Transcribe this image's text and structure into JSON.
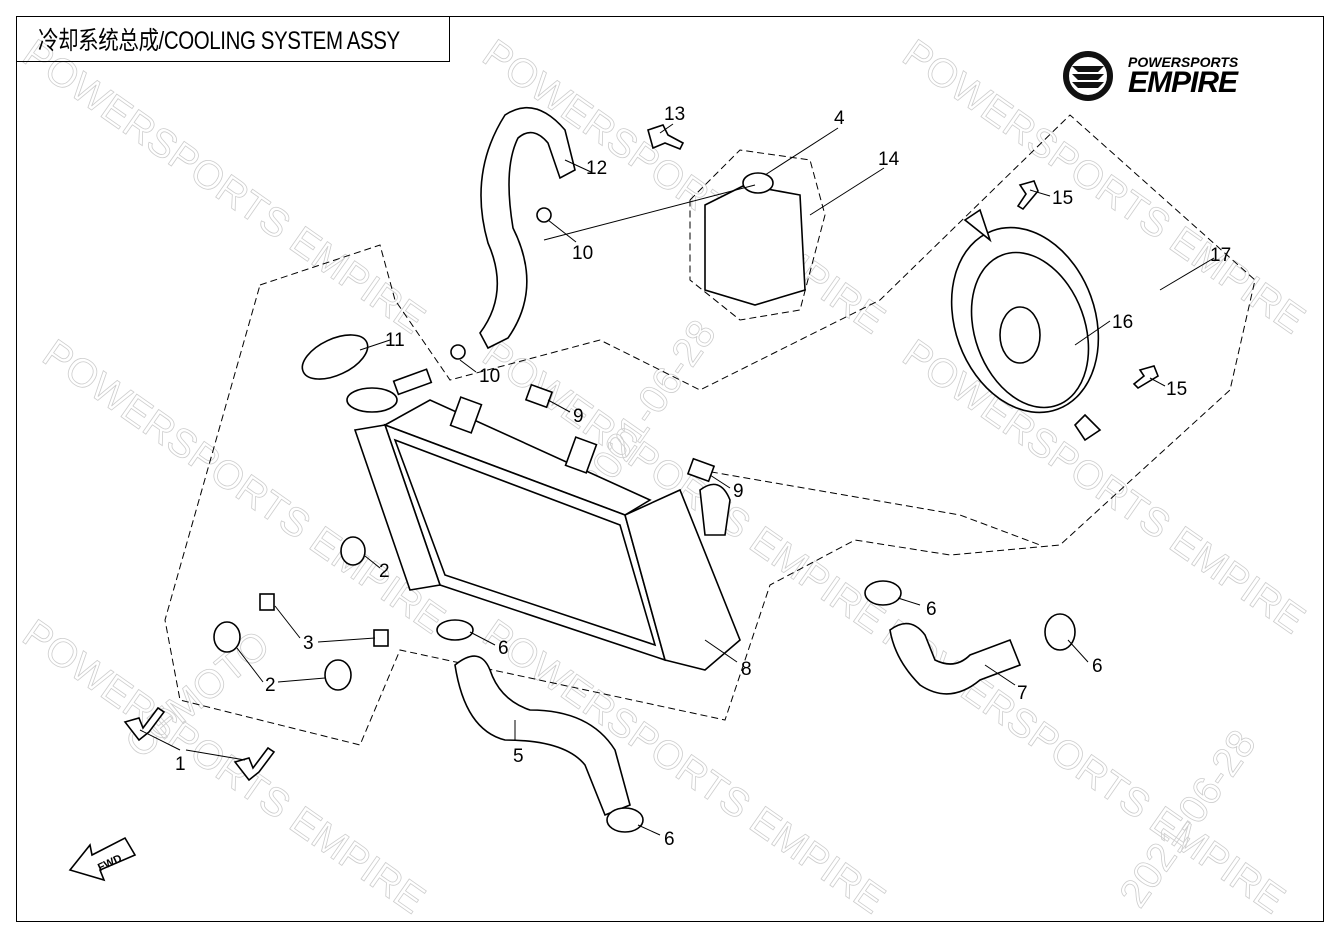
{
  "title": "冷却系统总成/COOLING SYSTEM ASSY",
  "logo": {
    "line1": "POWERSPORTS",
    "line2": "EMPIRE"
  },
  "watermark": {
    "text": "POWERSPORTS EMPIRE",
    "date": "2021-06-28",
    "brand": "CFMOTO"
  },
  "fwd_label": "FWD",
  "callouts": {
    "c13": "13",
    "c4": "4",
    "c14": "14",
    "c12": "12",
    "c10a": "10",
    "c15a": "15",
    "c17": "17",
    "c16": "16",
    "c11": "11",
    "c10b": "10",
    "c15b": "15",
    "c9a": "9",
    "c9b": "9",
    "c2a": "2",
    "c6a": "6",
    "c3": "3",
    "c6b": "6",
    "c8": "8",
    "c2b": "2",
    "c6c": "6",
    "c7": "7",
    "c5": "5",
    "c1": "1",
    "c6d": "6"
  }
}
